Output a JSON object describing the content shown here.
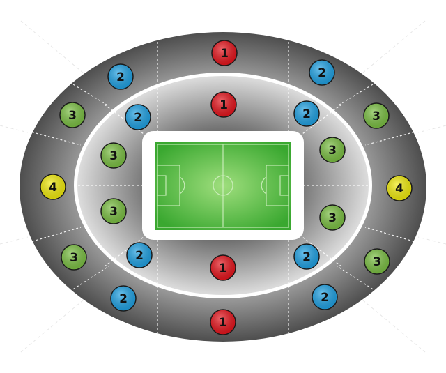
{
  "colors": {
    "category_1": "#e8141c",
    "category_2": "#1fa3e6",
    "category_3": "#7cc243",
    "category_4": "#f4ee0c",
    "pitch": "#4cbb3e",
    "stand_dark": "#5a5a5a",
    "stand_light": "#f2f2f2"
  },
  "zones": [
    {
      "id": "outer-top-center",
      "ring": "outer",
      "category": "1",
      "label": "1"
    },
    {
      "id": "inner-top-center",
      "ring": "inner",
      "category": "1",
      "label": "1"
    },
    {
      "id": "inner-bottom-center",
      "ring": "inner",
      "category": "1",
      "label": "1"
    },
    {
      "id": "outer-bottom-center",
      "ring": "outer",
      "category": "1",
      "label": "1"
    },
    {
      "id": "outer-top-left",
      "ring": "outer",
      "category": "2",
      "label": "2"
    },
    {
      "id": "outer-top-right",
      "ring": "outer",
      "category": "2",
      "label": "2"
    },
    {
      "id": "inner-top-left",
      "ring": "inner",
      "category": "2",
      "label": "2"
    },
    {
      "id": "inner-top-right",
      "ring": "inner",
      "category": "2",
      "label": "2"
    },
    {
      "id": "inner-bottom-left",
      "ring": "inner",
      "category": "2",
      "label": "2"
    },
    {
      "id": "inner-bottom-right",
      "ring": "inner",
      "category": "2",
      "label": "2"
    },
    {
      "id": "outer-bottom-left",
      "ring": "outer",
      "category": "2",
      "label": "2"
    },
    {
      "id": "outer-bottom-right",
      "ring": "outer",
      "category": "2",
      "label": "2"
    },
    {
      "id": "outer-upper-left",
      "ring": "outer",
      "category": "3",
      "label": "3"
    },
    {
      "id": "outer-upper-right",
      "ring": "outer",
      "category": "3",
      "label": "3"
    },
    {
      "id": "inner-left-upper",
      "ring": "inner",
      "category": "3",
      "label": "3"
    },
    {
      "id": "inner-right-upper",
      "ring": "inner",
      "category": "3",
      "label": "3"
    },
    {
      "id": "inner-left-lower",
      "ring": "inner",
      "category": "3",
      "label": "3"
    },
    {
      "id": "inner-right-lower",
      "ring": "inner",
      "category": "3",
      "label": "3"
    },
    {
      "id": "outer-lower-left",
      "ring": "outer",
      "category": "3",
      "label": "3"
    },
    {
      "id": "outer-lower-right",
      "ring": "outer",
      "category": "3",
      "label": "3"
    },
    {
      "id": "outer-left-end",
      "ring": "outer",
      "category": "4",
      "label": "4"
    },
    {
      "id": "outer-right-end",
      "ring": "outer",
      "category": "4",
      "label": "4"
    }
  ]
}
